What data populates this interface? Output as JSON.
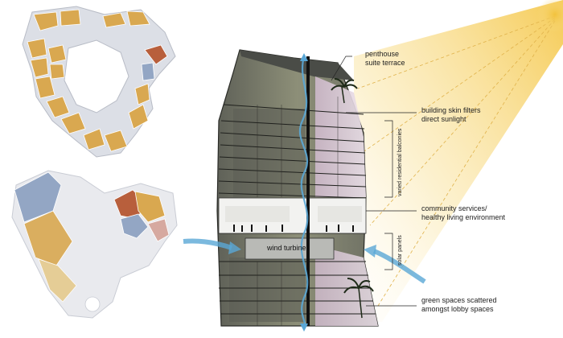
{
  "labels": {
    "penthouse": [
      "penthouse",
      "suite terrace"
    ],
    "skin": [
      "building skin filters",
      "direct sunlight"
    ],
    "community": [
      "community services/",
      "healthy living environment"
    ],
    "green": [
      "green spaces scattered",
      "amongst lobby spaces"
    ],
    "balconies": "varied residential balconies",
    "solar": "solar panels",
    "turbine": "wind turbine"
  },
  "colors": {
    "sun": "#f7d77a",
    "wind": "#5aa7d6",
    "tower_dark": "#3d3f3a",
    "glass": "#d8c7d6",
    "olive": "#8a8c73",
    "plan_fill": "#d8dbe2",
    "unit_gold": "#d9a850",
    "unit_rust": "#b85f3c",
    "unit_blue": "#93a6c4"
  }
}
